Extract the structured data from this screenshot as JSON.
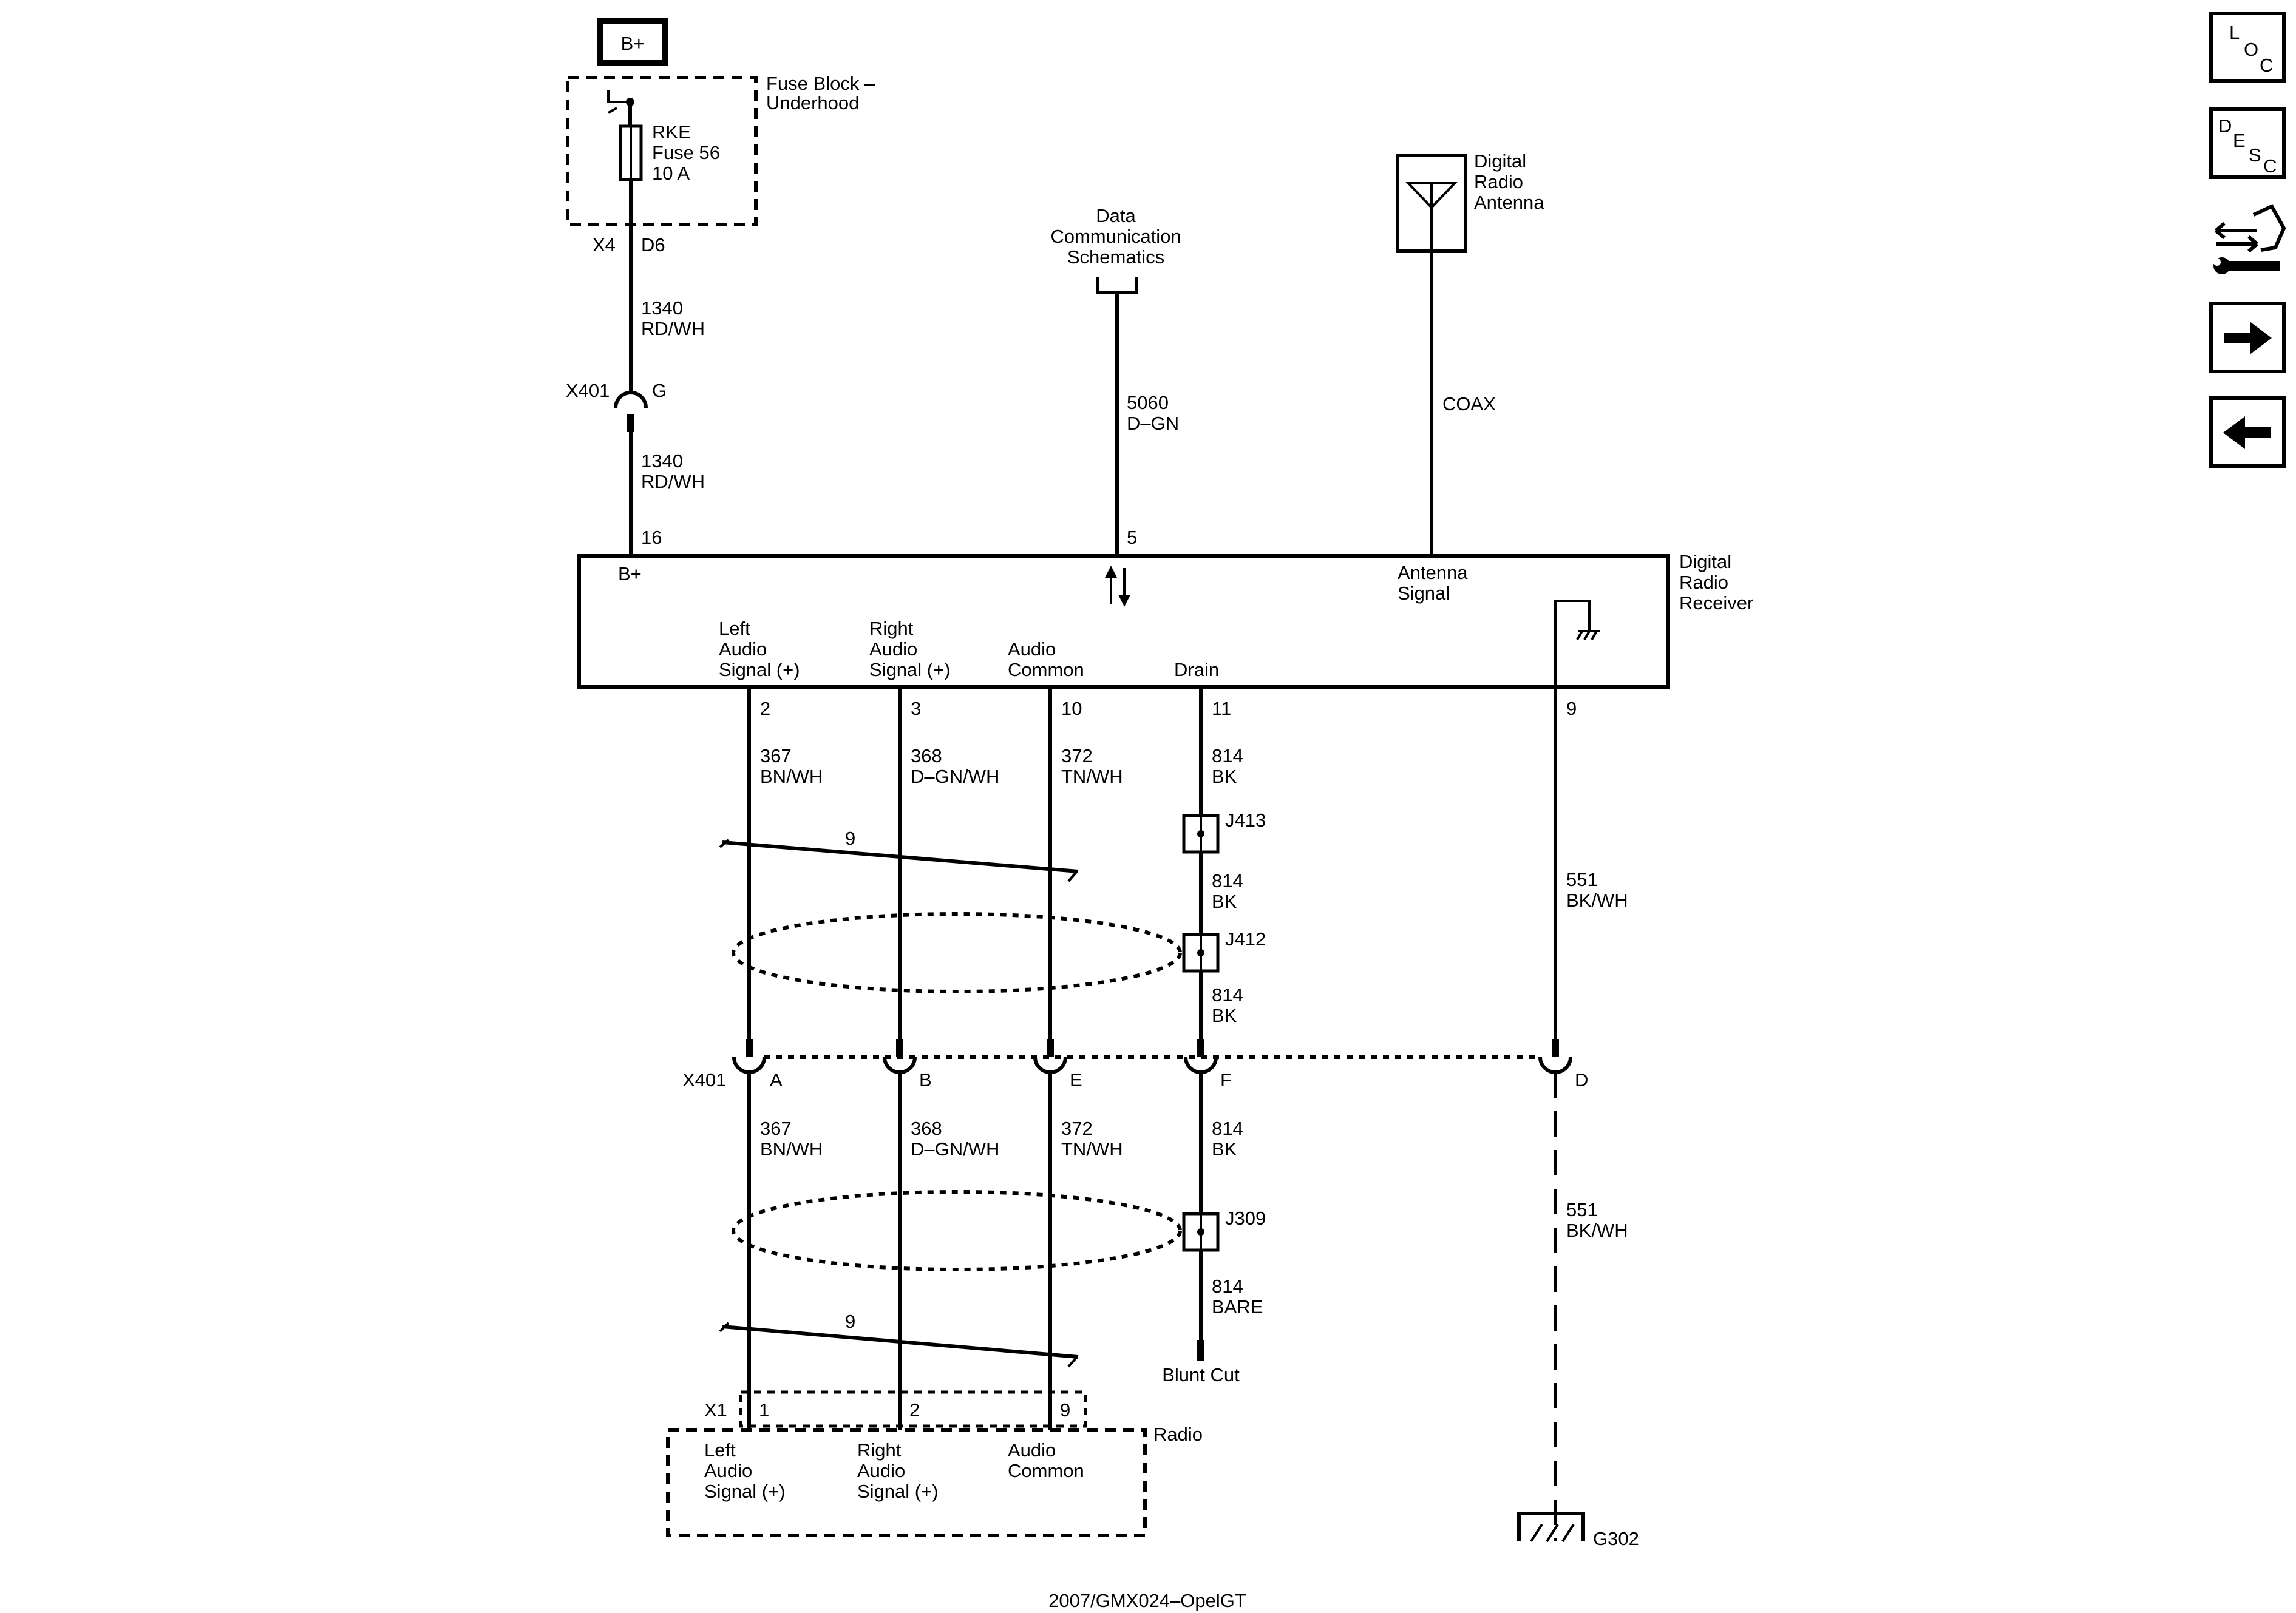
{
  "power": {
    "label": "B+"
  },
  "fuse_block": {
    "name_line1": "Fuse Block –",
    "name_line2": "Underhood",
    "fuse_line1": "RKE",
    "fuse_line2": "Fuse 56",
    "fuse_line3": "10 A",
    "connector": "X4",
    "pin": "D6"
  },
  "wire_1340_top": {
    "circuit": "1340",
    "color": "RD/WH"
  },
  "x401_top": {
    "connector": "X401",
    "pin": "G"
  },
  "wire_1340_bottom": {
    "circuit": "1340",
    "color": "RD/WH"
  },
  "data_comm": {
    "line1": "Data",
    "line2": "Communication",
    "line3": "Schematics",
    "circuit": "5060",
    "color": "D–GN",
    "pin": "5"
  },
  "antenna": {
    "line1": "Digital",
    "line2": "Radio",
    "line3": "Antenna",
    "wire": "COAX"
  },
  "receiver": {
    "name_line1": "Digital",
    "name_line2": "Radio",
    "name_line3": "Receiver",
    "pin_bplus": "16",
    "bplus_label": "B+",
    "antenna_line1": "Antenna",
    "antenna_line2": "Signal",
    "left_line1": "Left",
    "left_line2": "Audio",
    "left_line3": "Signal (+)",
    "right_line1": "Right",
    "right_line2": "Audio",
    "right_line3": "Signal (+)",
    "common_line1": "Audio",
    "common_line2": "Common",
    "drain": "Drain",
    "pin_left": "2",
    "pin_right": "3",
    "pin_common": "10",
    "pin_drain": "11",
    "pin_ground": "9"
  },
  "wires_upper": {
    "left": {
      "circuit": "367",
      "color": "BN/WH"
    },
    "right": {
      "circuit": "368",
      "color": "D–GN/WH"
    },
    "common": {
      "circuit": "372",
      "color": "TN/WH"
    },
    "drain_a": {
      "circuit": "814",
      "color": "BK"
    },
    "drain_b": {
      "circuit": "814",
      "color": "BK"
    },
    "drain_c": {
      "circuit": "814",
      "color": "BK"
    },
    "ground": {
      "circuit": "551",
      "color": "BK/WH"
    }
  },
  "twist_count_upper": "9",
  "splices": {
    "j413": "J413",
    "j412": "J412",
    "j309": "J309"
  },
  "x401_bottom": {
    "connector": "X401",
    "pin_a": "A",
    "pin_b": "B",
    "pin_e": "E",
    "pin_f": "F",
    "pin_d": "D"
  },
  "wires_lower": {
    "left": {
      "circuit": "367",
      "color": "BN/WH"
    },
    "right": {
      "circuit": "368",
      "color": "D–GN/WH"
    },
    "common": {
      "circuit": "372",
      "color": "TN/WH"
    },
    "drain_a": {
      "circuit": "814",
      "color": "BK"
    },
    "drain_b": {
      "circuit": "814",
      "color": "BARE"
    },
    "ground": {
      "circuit": "551",
      "color": "BK/WH"
    }
  },
  "blunt_cut": "Blunt Cut",
  "twist_count_lower": "9",
  "radio": {
    "name": "Radio",
    "connector": "X1",
    "pin_left": "1",
    "pin_right": "2",
    "pin_common": "9",
    "left_line1": "Left",
    "left_line2": "Audio",
    "left_line3": "Signal (+)",
    "right_line1": "Right",
    "right_line2": "Audio",
    "right_line3": "Signal (+)",
    "common_line1": "Audio",
    "common_line2": "Common"
  },
  "ground": {
    "name": "G302"
  },
  "footer": {
    "code": "2007/GMX024–OpelGT"
  },
  "nav": {
    "loc_1": "L",
    "loc_2": "O",
    "loc_3": "C",
    "desc_1": "D",
    "desc_2": "E",
    "desc_3": "S",
    "desc_4": "C",
    "loc_icon": "loc-icon",
    "desc_icon": "desc-icon",
    "tools_icon": "connector-tools-icon",
    "forward_icon": "arrow-right-icon",
    "back_icon": "arrow-left-icon"
  }
}
